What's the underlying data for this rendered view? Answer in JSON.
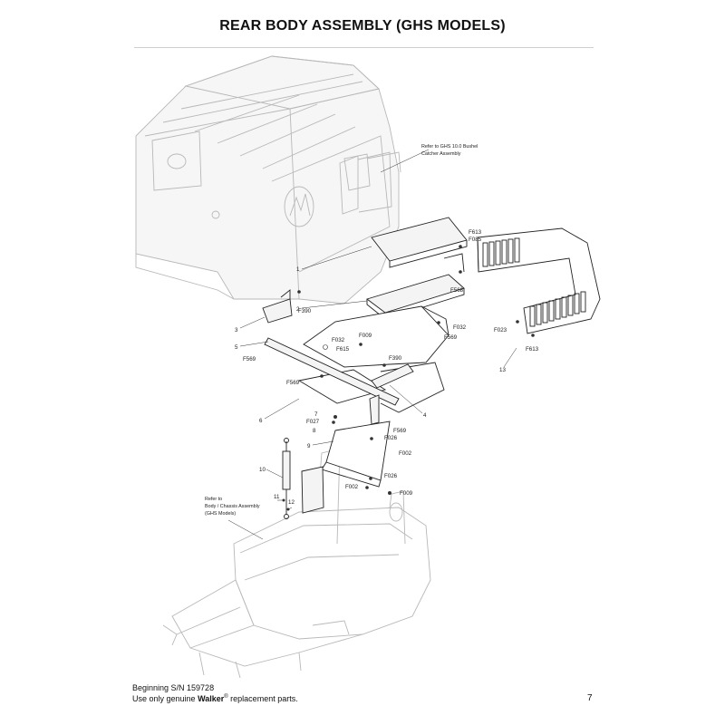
{
  "page": {
    "title": "REAR BODY ASSEMBLY (GHS MODELS)",
    "page_number": "7"
  },
  "footer": {
    "serial_line": "Beginning S/N 159728",
    "parts_prefix": "Use only genuine ",
    "brand": "Walker",
    "registered_mark": "®",
    "parts_suffix": " replacement parts."
  },
  "diagram": {
    "notes": {
      "catcher_ref_1": "Refer to GHS 10.0 Bushel",
      "catcher_ref_2": "Catcher Assembly",
      "chassis_ref_1": "Refer to",
      "chassis_ref_2": "Body / Chassis Assembly",
      "chassis_ref_3": "(GHS Models)"
    },
    "labels": {
      "n1": "1",
      "n2": "2",
      "n3": "3",
      "n4": "4",
      "n5": "5",
      "n6": "6",
      "n7": "7",
      "n8": "8",
      "n9": "9",
      "n10": "10",
      "n11": "11",
      "n12": "12",
      "n13": "13",
      "f613_top": "F613",
      "f085": "F085",
      "f568": "F568",
      "f390_top": "F390",
      "f032_right": "F032",
      "f569_right": "F569",
      "f023": "F023",
      "f613_bottom": "F613",
      "f032_mid": "F032",
      "f009_top": "F009",
      "f615": "F615",
      "f569_left": "F569",
      "f390_mid": "F390",
      "f569_mid": "F569",
      "f027": "F027",
      "f569_lower": "F569",
      "f026_top": "F026",
      "f002_right": "F002",
      "f026_bottom": "F026",
      "f002_left": "F002",
      "f009_bottom": "F009"
    }
  }
}
